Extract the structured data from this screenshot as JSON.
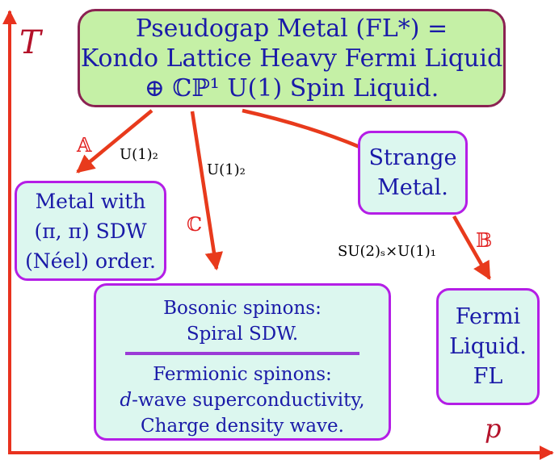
{
  "axes": {
    "y_label": "T",
    "x_label": "p"
  },
  "nodes": {
    "fl_star": {
      "lines": [
        "Pseudogap Metal (FL*) =",
        "Kondo Lattice Heavy Fermi Liquid",
        "⊕ ℂℙ¹ U(1) Spin Liquid."
      ]
    },
    "sdw_metal": {
      "lines": [
        "Metal with",
        "(π, π) SDW",
        "(Néel) order."
      ]
    },
    "strange_metal": {
      "lines": [
        "Strange",
        "Metal."
      ]
    },
    "spinons": {
      "bosonic": [
        "Bosonic spinons:",
        "Spiral SDW."
      ],
      "fermionic": [
        "Fermionic spinons:",
        "d-wave superconductivity,",
        "Charge density wave."
      ]
    },
    "fermi_liquid": {
      "lines": [
        "Fermi",
        "Liquid.",
        "FL"
      ]
    }
  },
  "transitions": [
    {
      "id": "A",
      "symbol": "𝔸",
      "label": "U(1)₂"
    },
    {
      "id": "C",
      "symbol": "ℂ",
      "label": "U(1)₂"
    },
    {
      "id": "B",
      "symbol": "𝔹",
      "label": "SU(2)ₛ×U(1)₁"
    }
  ],
  "colors": {
    "arrow": "#e83a1c",
    "axis": "#e8321e",
    "top_fill": "#c5f0a6",
    "top_border": "#8b2252",
    "box_fill": "#dcf7ef",
    "box_border": "#b41ee6",
    "text": "#1a1aa8"
  }
}
